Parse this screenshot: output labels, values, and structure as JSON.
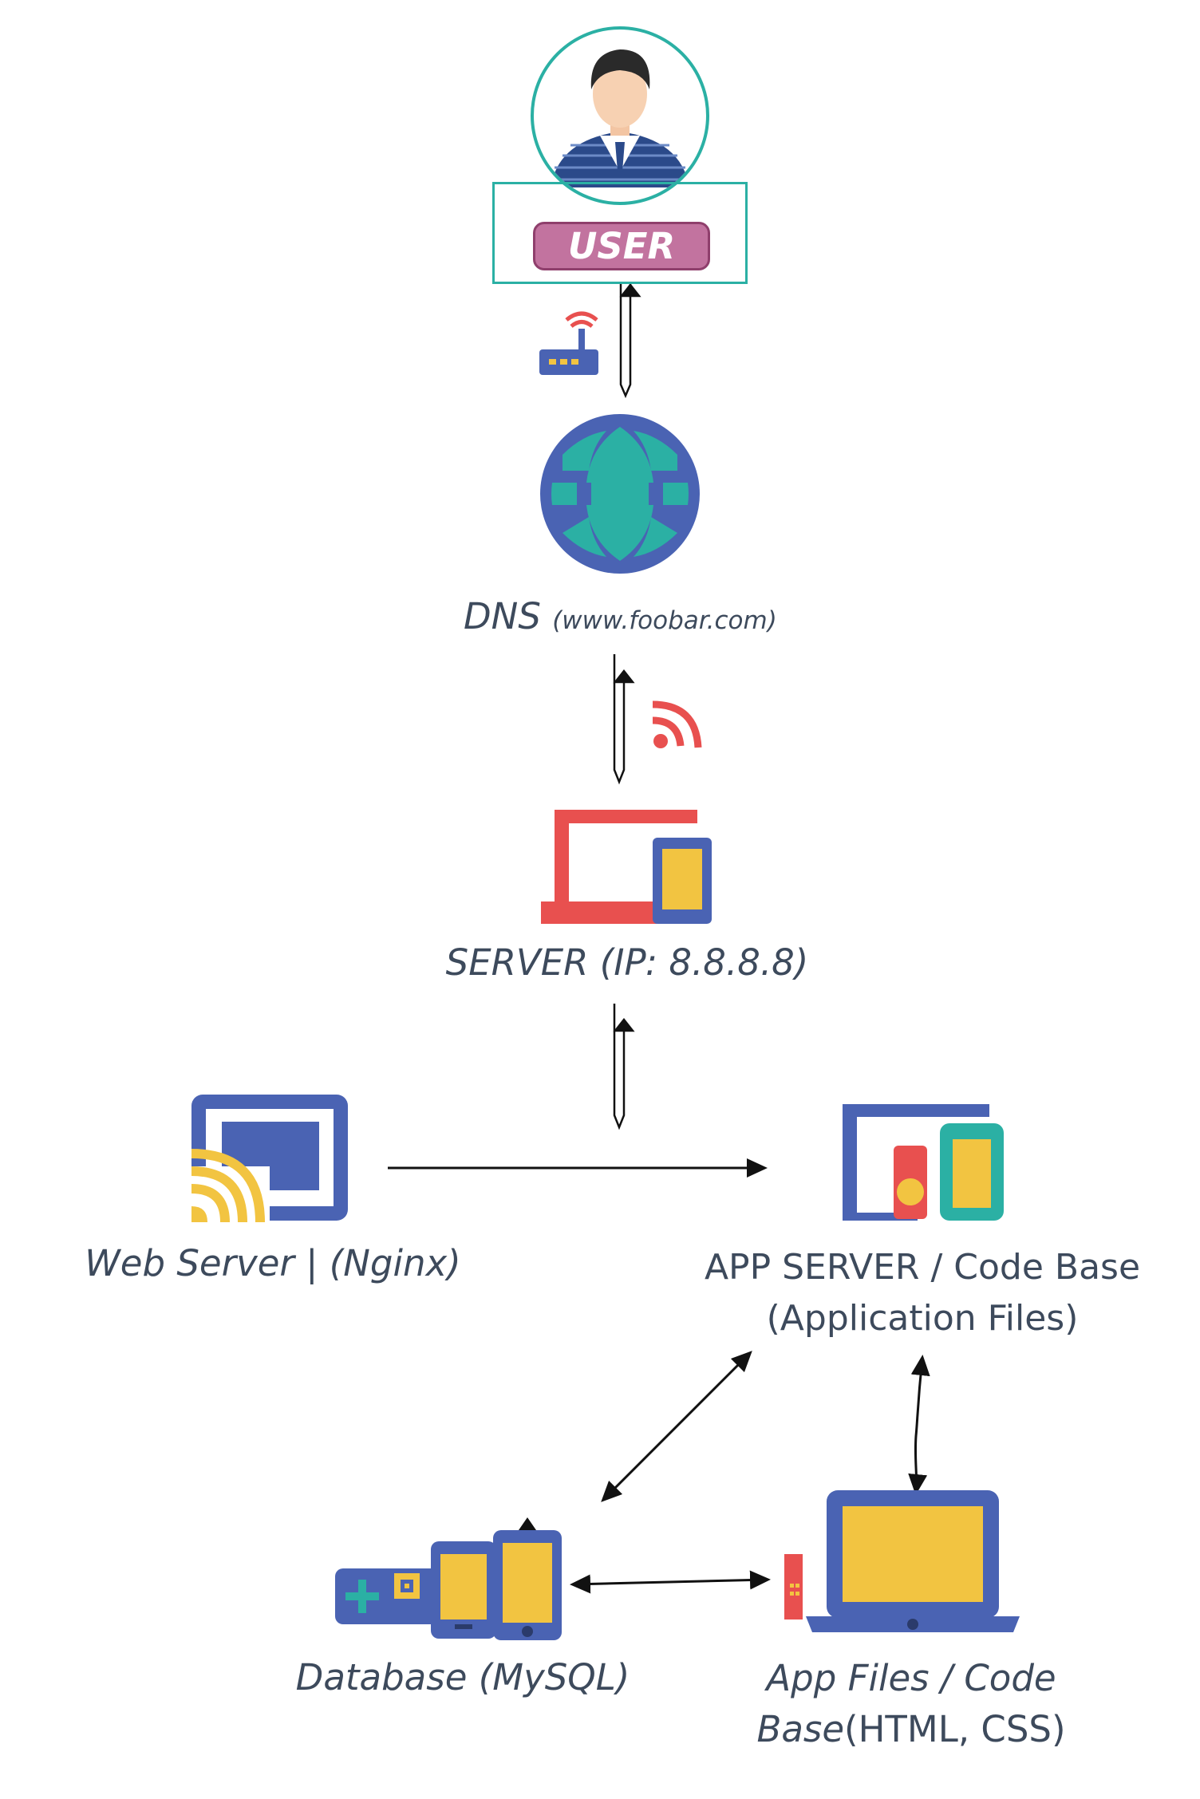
{
  "nodes": {
    "user": {
      "label": "USER"
    },
    "dns": {
      "label": "DNS",
      "sub": "(www.foobar.com)"
    },
    "server": {
      "label": "SERVER (IP: 8.8.8.8)"
    },
    "web_server": {
      "label": "Web Server | (Nginx)"
    },
    "app_server": {
      "line1": "APP SERVER / Code Base",
      "line2": "(Application Files)"
    },
    "database": {
      "label": "Database (MySQL)"
    },
    "app_files": {
      "line1": "App Files / Code",
      "line2_italic": "Base",
      "line2_rest": "(HTML, CSS)"
    }
  },
  "edges": [
    {
      "from": "user",
      "to": "dns",
      "style": "hollow-bidirectional"
    },
    {
      "from": "dns",
      "to": "server",
      "style": "hollow-bidirectional"
    },
    {
      "from": "server",
      "to": "app_server",
      "style": "hollow-bidirectional"
    },
    {
      "from": "web_server",
      "to": "app_server",
      "style": "arrow"
    },
    {
      "from": "app_server",
      "to": "database",
      "style": "bidirectional"
    },
    {
      "from": "app_server",
      "to": "app_files",
      "style": "bidirectional"
    },
    {
      "from": "database",
      "to": "app_files",
      "style": "bidirectional"
    }
  ],
  "colors": {
    "teal": "#2bb0a4",
    "navy": "#4a63b3",
    "red": "#e8504f",
    "yellow": "#f2c441",
    "magenta": "#c2739f",
    "text": "#3d4a5c"
  },
  "icons": [
    "user-avatar-icon",
    "router-icon",
    "globe-icon",
    "wifi-signal-icon",
    "laptop-phone-icon",
    "cast-icon",
    "devices-icon",
    "game-devices-icon",
    "laptop-icon"
  ]
}
